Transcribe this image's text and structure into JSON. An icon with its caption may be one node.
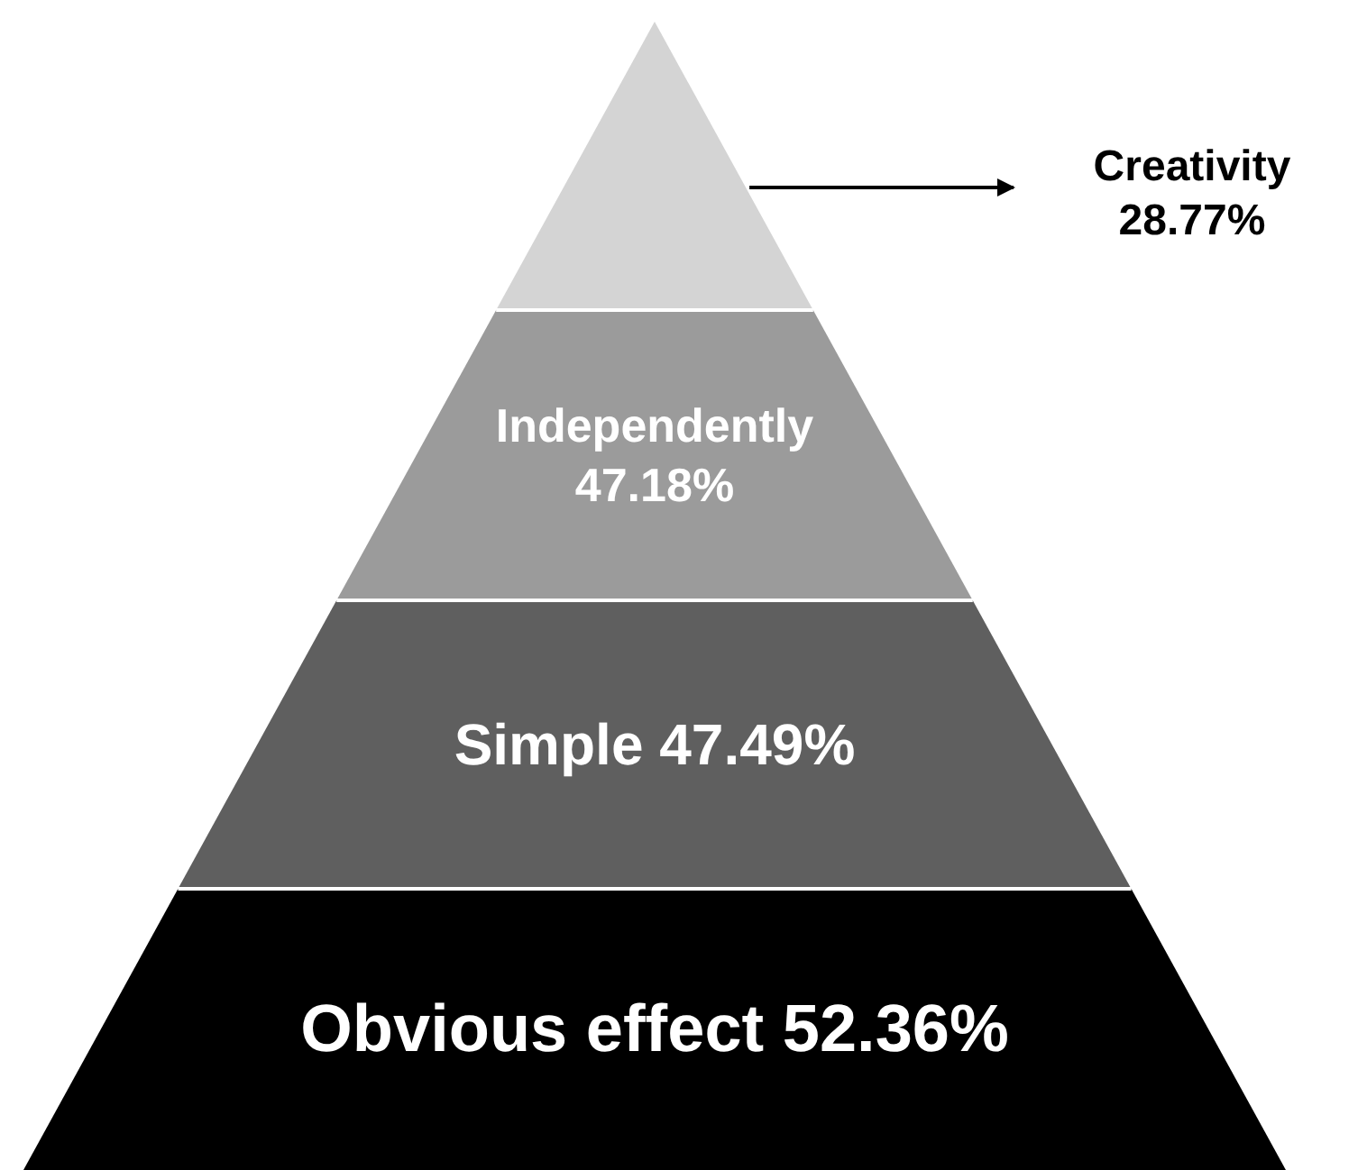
{
  "diagram": {
    "nodes": [
      {
        "text": [],
        "shape": "triangle"
      },
      {
        "text": [
          "Independently 47.18%"
        ]
      },
      {
        "text": [
          "Simple 47.49%"
        ]
      },
      {
        "text": [
          "Obvious effect 52.36%"
        ]
      },
      {
        "text": [
          "Creativity 28.77%"
        ]
      }
    ],
    "edges": [
      {
        "from": 0,
        "to": 4,
        "arrow": "to"
      }
    ]
  }
}
